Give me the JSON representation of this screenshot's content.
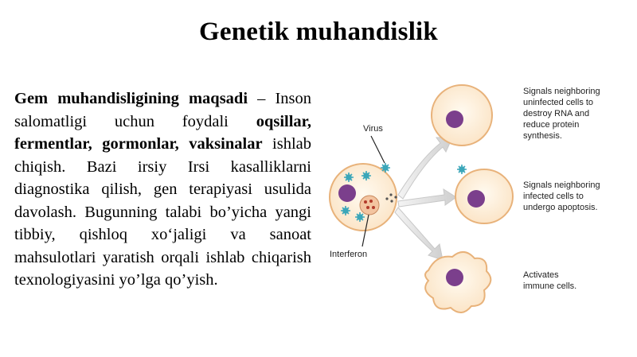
{
  "slide": {
    "title": "Genetik muhandislik",
    "paragraph": {
      "bold_heading": "Gem muhandisligining maqsadi",
      "dash": " – ",
      "text_1": "Inson salomatligi uchun foydali ",
      "bold_terms": "oqsillar, fermentlar, gormonlar, vaksinalar",
      "text_2": " ishlab chiqish. Bazi irsiy Irsi kasalliklarni diagnostika qilish, gen terapiyasi usulida davolash. Bugunning talabi bo’yicha yangi tibbiy, qishloq xo‘jaligi va sanoat mahsulotlari yaratish orqali ishlab chiqarish texnologiyasini yo’lga qo’yish."
    }
  },
  "diagram": {
    "labels": {
      "virus": "Virus",
      "interferon": "Interferon",
      "signal_uninfected": [
        "Signals neighboring",
        "uninfected cells to",
        "destroy RNA and",
        "reduce protein",
        "synthesis."
      ],
      "signal_infected": [
        "Signals neighboring",
        "infected cells to",
        "undergo apoptosis."
      ],
      "activates": [
        "Activates",
        "immune cells."
      ]
    },
    "colors": {
      "cell_fill": "#fbe3c4",
      "cell_border": "#e8b27a",
      "nucleus": "#7b3f8c",
      "virus": "#3aa6b9",
      "arrow": "#d6d6d6"
    }
  }
}
